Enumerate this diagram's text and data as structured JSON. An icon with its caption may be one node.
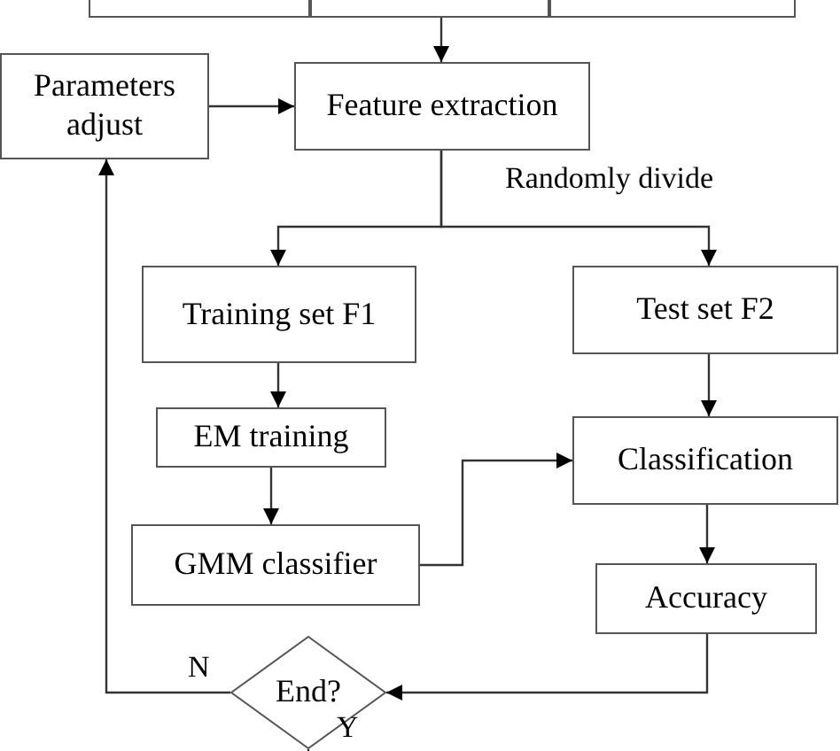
{
  "diagram": {
    "nodes": [
      {
        "text": [],
        "shape": "box"
      },
      {
        "text": [],
        "shape": "box"
      },
      {
        "text": [],
        "shape": "box"
      },
      {
        "text": [
          "Parameters adjust"
        ]
      },
      {
        "text": [
          "Feature extraction"
        ]
      },
      {
        "text": [
          "Training set F1"
        ]
      },
      {
        "text": [
          "Test set F2"
        ]
      },
      {
        "text": [
          "EM training"
        ]
      },
      {
        "text": [
          "Classification"
        ]
      },
      {
        "text": [
          "GMM classifier"
        ]
      },
      {
        "text": [
          "Accuracy"
        ]
      },
      {
        "text": [
          "End?"
        ]
      }
    ],
    "edges": [
      {
        "from": 1,
        "to": 4,
        "arrow": "to"
      },
      {
        "from": 3,
        "to": 4,
        "arrow": "to"
      },
      {
        "from": 4,
        "to": 5,
        "arrow": "to"
      },
      {
        "from": 4,
        "to": 6,
        "arrow": "to"
      },
      {
        "from": 5,
        "to": 7,
        "arrow": "to"
      },
      {
        "from": 7,
        "to": 9,
        "arrow": "to"
      },
      {
        "from": 9,
        "to": 8,
        "arrow": "to"
      },
      {
        "from": 6,
        "to": 8,
        "arrow": "to"
      },
      {
        "from": 8,
        "to": 10,
        "arrow": "to"
      },
      {
        "from": 10,
        "to": 11,
        "arrow": "to"
      },
      {
        "from": 11,
        "to": 3,
        "arrow": "to",
        "label": "N"
      },
      {
        "from": 11,
        "to": null,
        "arrow": "none"
      }
    ],
    "labels": [
      "Randomly divide",
      "Y"
    ]
  }
}
